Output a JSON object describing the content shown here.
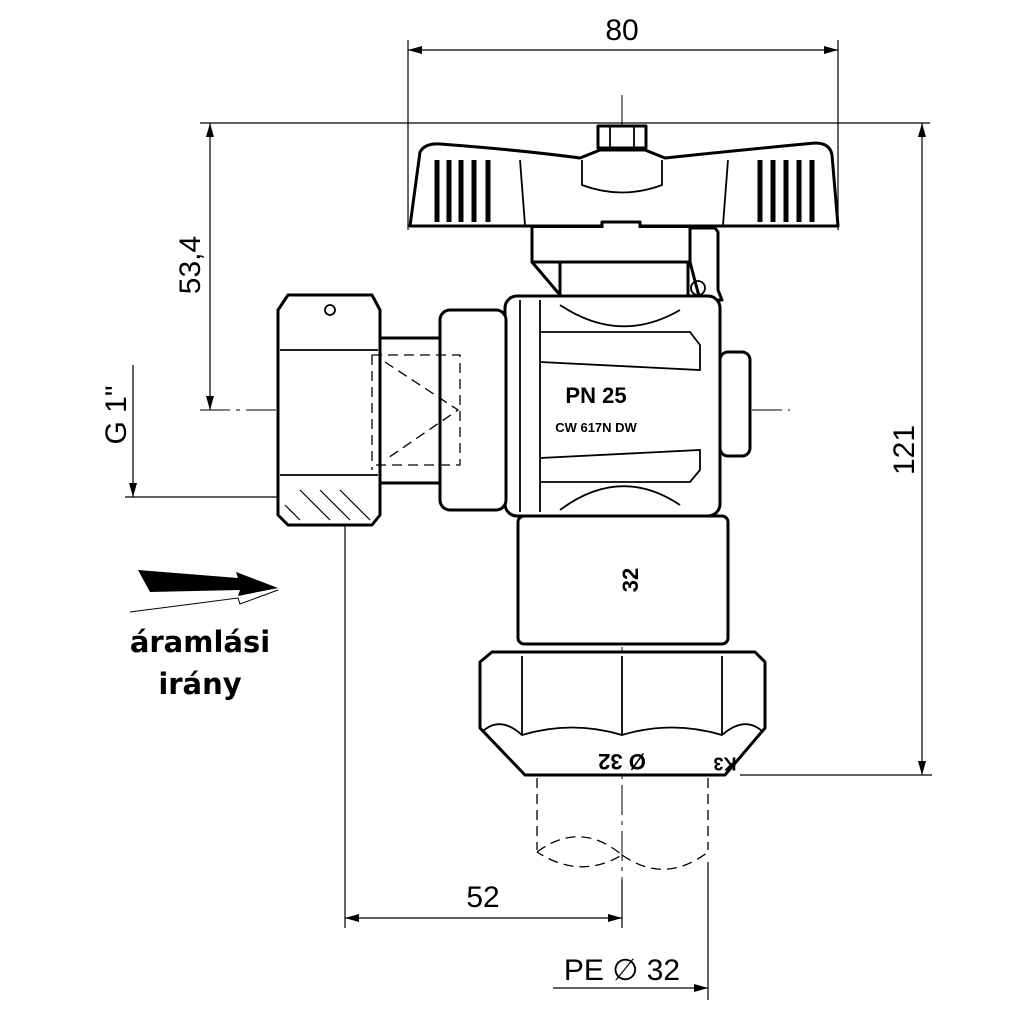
{
  "dimensions": {
    "width": "80",
    "handle_height": "53,4",
    "total_height": "121",
    "thread": "G 1\"",
    "offset": "52",
    "pipe": "PE ∅ 32"
  },
  "body_marking": {
    "pressure": "PN 25",
    "material": "CW 617N DW",
    "size": "32",
    "nut_size": "Ø 32",
    "nut_mark": "K3"
  },
  "flow": {
    "line1": "áramlási",
    "line2": "irány"
  }
}
